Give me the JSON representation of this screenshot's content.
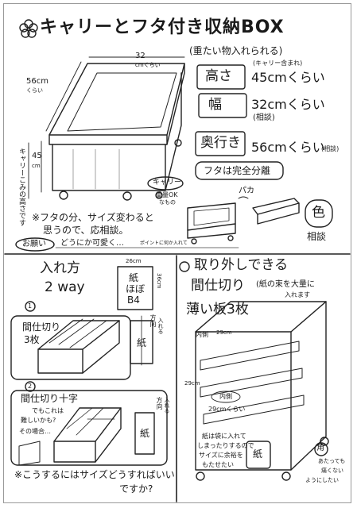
{
  "title": "キャリーとフタ付き収納BOX",
  "subtitle": "(重たい物入れられる)",
  "dimensions": {
    "top_width": "32",
    "top_width_unit": "cmくらい",
    "depth": "56cm",
    "depth_unit": "くらい",
    "height": "45",
    "height_unit": "cm",
    "carry_note": "キャリーこみの高さです"
  },
  "specs": {
    "height_label": "高さ",
    "height_note": "(キャリー含まれ)",
    "height_value": "45cmくらい",
    "width_label": "幅",
    "width_value": "32cmくらい",
    "width_note": "(相談)",
    "depth_label": "奥行き",
    "depth_value": "56cmくらい",
    "depth_note": "(相談)",
    "lid_note": "フタは完全分離"
  },
  "carry_callout": {
    "label": "キャリー",
    "note_1": "重量OK",
    "note_2": "なもの"
  },
  "size_note_1": "※フタの分、サイズ変わると",
  "size_note_2": "思うので、応相談。",
  "lid_sound": "パカ",
  "color_label": "色",
  "color_note": "相談",
  "request": {
    "badge": "お願い",
    "text": "どうにか可愛く…",
    "small": "ポイントに何か入れて"
  },
  "left_panel": {
    "heading": "入れ方",
    "subheading": "2 way",
    "paper_width": "26cm",
    "paper_label_1": "紙",
    "paper_label_2": "ほぼ",
    "paper_label_3": "B4",
    "paper_height": "36cm",
    "step1": "1",
    "step1_text_1": "間仕切り",
    "step1_text_2": "3枚",
    "step1_dir": "方向",
    "step1_dir2": "入れる",
    "step1_paper": "紙",
    "step2": "2",
    "step2_text": "間仕切り十字",
    "step2_sub_1": "でもこれは",
    "step2_sub_2": "難しいかも?",
    "step2_sub_3": "その場合…",
    "step2_dir": "方向",
    "step2_dir2": "入れる",
    "step2_paper": "紙",
    "footer_1": "※こうするにはサイズどうすればいい",
    "footer_2": "ですか?"
  },
  "right_panel": {
    "heading": "取り外しできる",
    "subheading": "間仕切り",
    "sub_note_1": "(紙の束を大量に",
    "sub_note_2": "入れます",
    "plates": "薄い板3枚",
    "inner_label": "内側",
    "inner_value": "29cm",
    "inner_bottom_label": "内側",
    "inner_bottom_value": "29cmくらい",
    "side_dim": "29cm",
    "paper_note_1": "紙は袋に入れて",
    "paper_note_2": "しまったりするので",
    "paper_note_3": "サイズに余裕を",
    "paper_note_4": "もたせたい",
    "paper_box": "紙",
    "corner_label": "角",
    "corner_note_1": "あたっても",
    "corner_note_2": "痛くない",
    "corner_note_3": "ようにしたい"
  }
}
